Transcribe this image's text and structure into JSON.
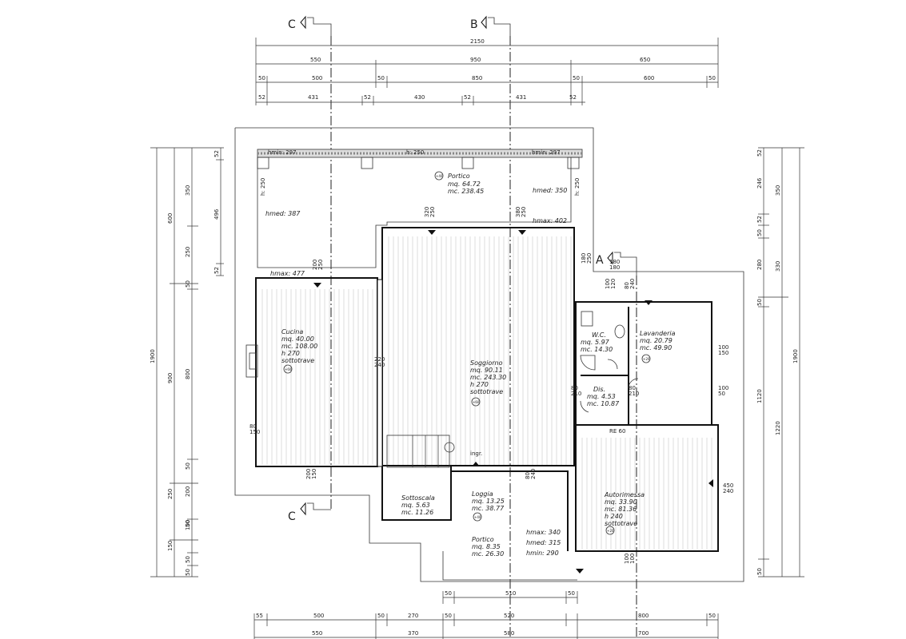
{
  "sections": {
    "C": "C",
    "B": "B",
    "A": "A"
  },
  "dims_top": {
    "row1": [
      "2150"
    ],
    "row2": [
      "550",
      "950",
      "650"
    ],
    "row3": [
      "50",
      "500",
      "50",
      "850",
      "50",
      "600",
      "50"
    ],
    "row4": [
      "52",
      "431",
      "52",
      "430",
      "52",
      "431",
      "52"
    ]
  },
  "dims_left": {
    "col1": [
      "1900"
    ],
    "col2": [
      "600",
      "900",
      "250",
      "150"
    ],
    "col3": [
      "350",
      "250",
      "800",
      "200",
      "100"
    ],
    "col4": [
      "52",
      "496",
      "52",
      "50",
      "50",
      "50",
      "50",
      "50"
    ]
  },
  "dims_right": {
    "col1": [
      "1900"
    ],
    "col2": [
      "350",
      "330",
      "1220"
    ],
    "col3": [
      "246",
      "280",
      "1120"
    ],
    "col4": [
      "52",
      "52",
      "50",
      "50",
      "50"
    ]
  },
  "dims_bottom": {
    "row1": [
      "50",
      "510",
      "50"
    ],
    "row2": [
      "55",
      "500",
      "50",
      "270",
      "50",
      "520",
      "800",
      "50"
    ],
    "row3": [
      "550",
      "370",
      "580",
      "700"
    ]
  },
  "labels": {
    "hmin_left": "hmin: 297",
    "h_top": "h: 250",
    "hmin_right": "hmin: 297",
    "h_side_left": "h: 250",
    "h_side_right": "h: 250",
    "hmed_left": "hmed: 387",
    "hmax_left": "hmax: 477",
    "hmed_right": "hmed: 350",
    "hmax_right": "hmax: 402",
    "re": "RE  60",
    "ingr": "ingr."
  },
  "rooms": {
    "portico_top": {
      "name": "Portico",
      "area": "mq.  64.72",
      "volume": "mc.  238.45",
      "level": "+40"
    },
    "cucina": {
      "name": "Cucina",
      "area": "mq.  40.00",
      "volume": "mc.  108.00",
      "height": "h  270",
      "note": "sottotrave",
      "level": "+60"
    },
    "soggiorno": {
      "name": "Soggiorno",
      "area": "mq.  90.11",
      "volume": "mc.  243.30",
      "height": "h  270",
      "note": "sottotrave",
      "level": "+60"
    },
    "wc": {
      "name": "W.C.",
      "area": "mq.  5.97",
      "volume": "mc.  14.30"
    },
    "lavanderia": {
      "name": "Lavanderia",
      "area": "mq.  20.79",
      "volume": "mc.  49.90",
      "level": "+20"
    },
    "dis": {
      "name": "Dis.",
      "area": "mq.  4.53",
      "volume": "mc.  10.87"
    },
    "autorimessa": {
      "name": "Autorimessa",
      "area": "mq.  33.90",
      "volume": "mc.  81.36",
      "height": "h  240",
      "note": "sottotrave",
      "level": "+20"
    },
    "sottoscala": {
      "name": "Sottoscala",
      "area": "mq.  5.63",
      "volume": "mc.  11.26"
    },
    "loggia": {
      "name": "Loggia",
      "area": "mq.  13.25",
      "volume": "mc.  38.77",
      "level": "+40"
    },
    "portico_bottom": {
      "name": "Portico",
      "area": "mq.  8.35",
      "volume": "mc.  26.30",
      "hmax": "hmax:  340",
      "hmed": "hmed:  315",
      "hmin": "hmin:  290"
    }
  },
  "openings": {
    "o1": "320\n250",
    "o2": "380\n250",
    "o3": "180\n250",
    "o4": "180\n180",
    "o5": "100\n120",
    "o6": "80\n240",
    "o7": "220\n240",
    "o8": "80\n150",
    "o9": "100\n150",
    "o10": "200\n150",
    "o11": "200\n250",
    "o12": "80\n210",
    "o13": "100\n50",
    "o14": "450\n240",
    "o15": "80\n210",
    "o16": "100\n100",
    "o17": "80\n240"
  }
}
